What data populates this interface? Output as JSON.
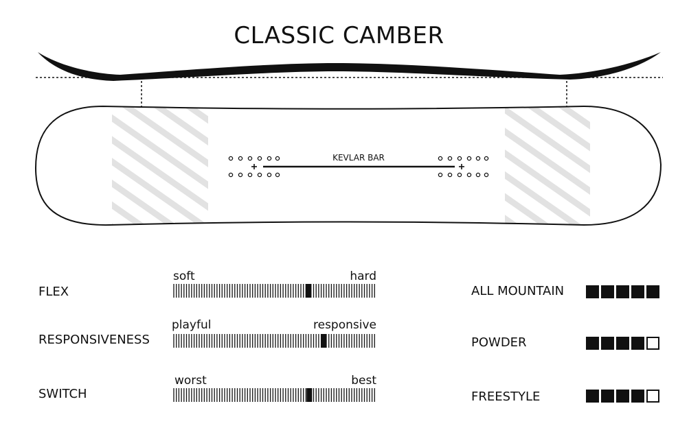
{
  "title": "CLASSIC CAMBER",
  "board": {
    "kevlar_label": "KEVLAR BAR"
  },
  "stats": [
    {
      "label": "FLEX",
      "left": "soft",
      "right": "hard",
      "value": 0.665
    },
    {
      "label": "RESPONSIVENESS",
      "left": "playful",
      "right": "responsive",
      "value": 0.74
    },
    {
      "label": "SWITCH",
      "left": "worst",
      "right": "best",
      "value": 0.67
    }
  ],
  "categories": [
    {
      "label": "ALL MOUNTAIN",
      "rating": 5,
      "max": 5
    },
    {
      "label": "POWDER",
      "rating": 4,
      "max": 5
    },
    {
      "label": "FREESTYLE",
      "rating": 4,
      "max": 5
    }
  ],
  "colors": {
    "ink": "#111111",
    "hatch": "#e2e2e2"
  }
}
